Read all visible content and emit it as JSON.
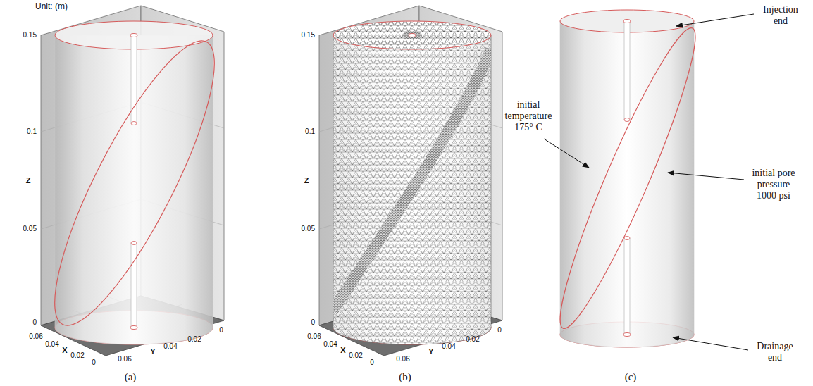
{
  "diagram": {
    "labels": [
      "Unit: (m)",
      "0.15",
      "0.1",
      "Z",
      "0.05",
      "0",
      "0.06",
      "0.04",
      "X",
      "0.02",
      "0",
      "0",
      "0.02",
      "0.04",
      "Y",
      "0.06",
      "(a)",
      "0.15",
      "0.1",
      "Z",
      "0.05",
      "0",
      "0.06",
      "0.04",
      "X",
      "0.02",
      "0",
      "0",
      "0.02",
      "0.04",
      "Y",
      "0.06",
      "(b)",
      "Injection end",
      "initial temperature 175° C",
      "initial pore pressure 1000 psi",
      "Drainage end",
      "(c)"
    ]
  }
}
